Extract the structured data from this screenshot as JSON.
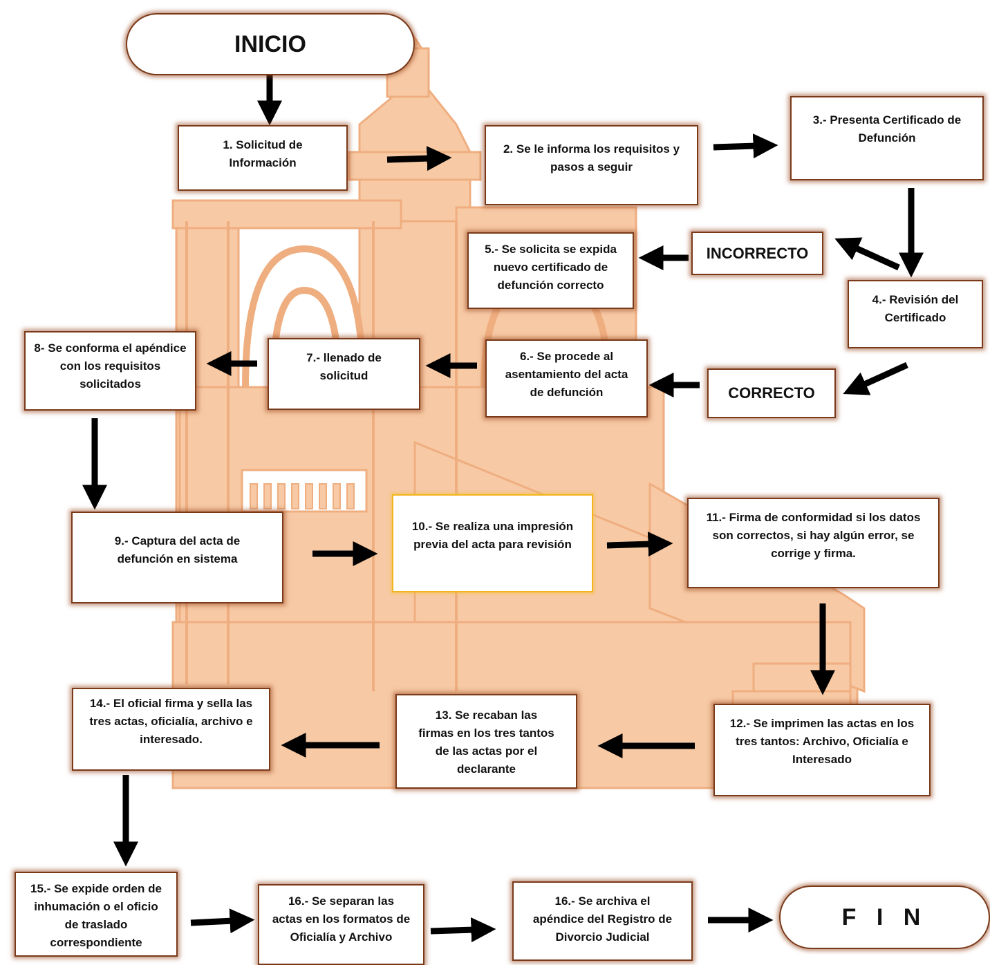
{
  "colors": {
    "background_building": "#f7c9a4",
    "box_border": "#7a3a1a",
    "highlight_border": "#f2b51c",
    "arrow": "#000000"
  },
  "start": "INICIO",
  "end": "F I N",
  "steps": {
    "s1": "1. Solicitud de Información",
    "s2": "2. Se le informa los requisitos y pasos a seguir",
    "s3": "3.- Presenta Certificado de Defunción",
    "s4": "4.- Revisión del Certificado",
    "incorrect": "INCORRECTO",
    "s5": "5.- Se solicita se expida nuevo certificado de defunción correcto",
    "correct": "CORRECTO",
    "s6": "6.- Se procede al asentamiento del acta de defunción",
    "s7": "7.-  llenado de solicitud",
    "s8": "8-  Se conforma el apéndice con los requisitos solicitados",
    "s9": "9.-  Captura del acta de defunción en sistema",
    "s10": "10.- Se realiza una impresión previa del acta para revisión",
    "s11": "11.- Firma de conformidad si los datos son correctos, si hay algún error, se corrige y firma.",
    "s12": "12.- Se imprimen las actas en los tres tantos: Archivo, Oficialía e Interesado",
    "s13": "13. Se recaban las firmas en los tres tantos de las actas por el declarante",
    "s14": "14.- El oficial firma y sella las tres actas, oficialía, archivo e interesado.",
    "s15": "15.- Se expide orden de inhumación o el oficio de traslado correspondiente",
    "s16a": "16.- Se separan las actas en los formatos de Oficialía y Archivo",
    "s16b": "16.- Se archiva el apéndice del Registro de Divorcio Judicial"
  }
}
